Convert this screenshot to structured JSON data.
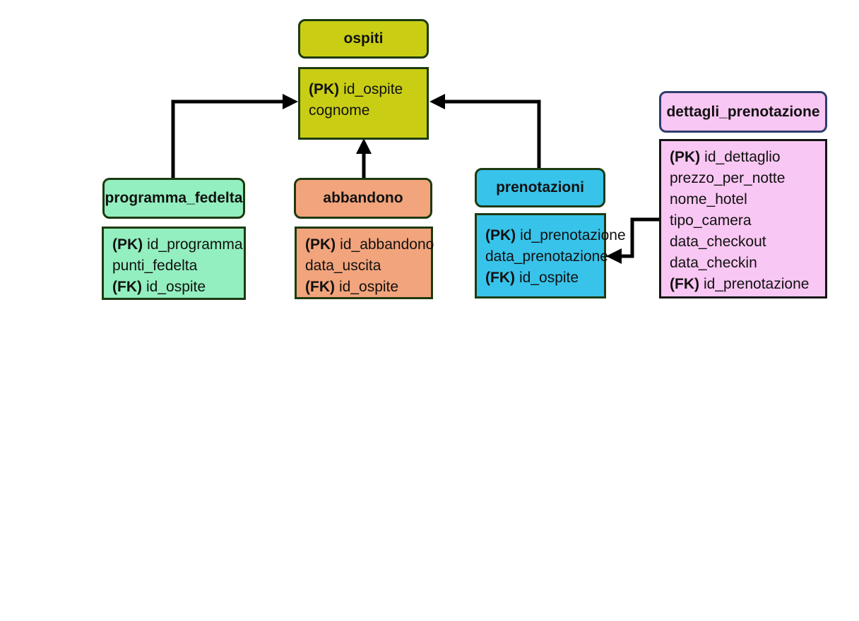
{
  "diagram": {
    "type": "entity-relationship",
    "background": "#ffffff",
    "arrow_color": "#000000"
  },
  "entities": [
    {
      "id": "ospiti",
      "title": "ospiti",
      "fill": "#c9ce14",
      "border": "#1d3a10",
      "fields": [
        {
          "key": "(PK)",
          "name": "id_ospite"
        },
        {
          "key": "",
          "name": "cognome"
        }
      ]
    },
    {
      "id": "programma_fedelta",
      "title": "programma_fedelta",
      "fill": "#93efbf",
      "border": "#1d3a10",
      "fields": [
        {
          "key": "(PK)",
          "name": "id_programma"
        },
        {
          "key": "",
          "name": "punti_fedelta"
        },
        {
          "key": "(FK)",
          "name": "id_ospite"
        }
      ]
    },
    {
      "id": "abbandono",
      "title": "abbandono",
      "fill": "#f2a47c",
      "border": "#1d3a10",
      "fields": [
        {
          "key": "(PK)",
          "name": "id_abbandono"
        },
        {
          "key": "",
          "name": "data_uscita"
        },
        {
          "key": "(FK)",
          "name": "id_ospite"
        }
      ]
    },
    {
      "id": "prenotazioni",
      "title": "prenotazioni",
      "fill": "#38c3ea",
      "border": "#1d3a10",
      "fields": [
        {
          "key": "(PK)",
          "name": "id_prenotazione"
        },
        {
          "key": "",
          "name": "data_prenotazione"
        },
        {
          "key": "(FK)",
          "name": "id_ospite"
        }
      ]
    },
    {
      "id": "dettagli_prenotazione",
      "title": "dettagli_prenotazione",
      "fill": "#f9c7f3",
      "header_border": "#2e3d6e",
      "border": "#141414",
      "fields": [
        {
          "key": "(PK)",
          "name": "id_dettaglio"
        },
        {
          "key": "",
          "name": "prezzo_per_notte"
        },
        {
          "key": "",
          "name": "nome_hotel"
        },
        {
          "key": "",
          "name": "tipo_camera"
        },
        {
          "key": "",
          "name": "data_checkout"
        },
        {
          "key": "",
          "name": "data_checkin"
        },
        {
          "key": "(FK)",
          "name": "id_prenotazione"
        }
      ]
    }
  ],
  "connectors": [
    {
      "from": "programma_fedelta",
      "to": "ospiti"
    },
    {
      "from": "abbandono",
      "to": "ospiti"
    },
    {
      "from": "prenotazioni",
      "to": "ospiti"
    },
    {
      "from": "dettagli_prenotazione",
      "to": "prenotazioni"
    }
  ]
}
